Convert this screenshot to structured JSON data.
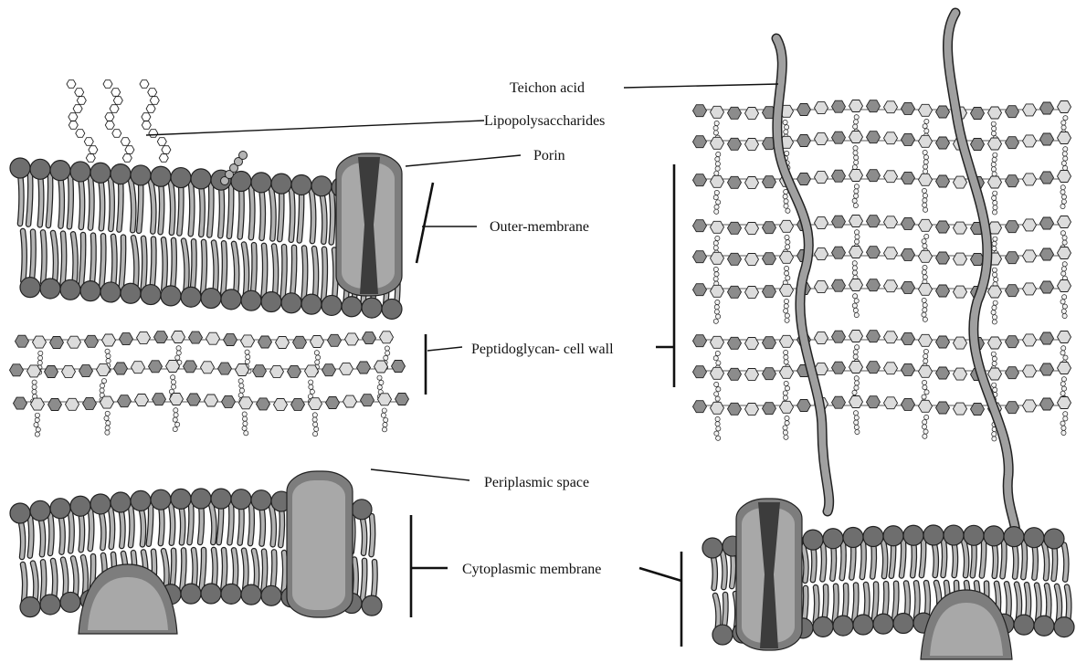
{
  "labels": {
    "teichoic_acid": "Teichon acid",
    "lipopolysaccharides": "Lipopolysaccharides",
    "porin": "Porin",
    "outer_membrane": "Outer-membrane",
    "peptidoglycan": "Peptidoglycan- cell wall",
    "periplasmic_space": "Periplasmic space",
    "cytoplasmic_membrane": "Cytoplasmic membrane"
  },
  "colors": {
    "head_fill": "#6e6e6e",
    "tail_fill": "#b4b4b4",
    "protein_outer": "#7d7d7d",
    "protein_inner": "#a8a8a8",
    "protein_core": "#3c3c3c",
    "sugar_dark": "#8c8c8c",
    "sugar_light": "#dcdcdc",
    "teichoic_fill": "#a0a0a0",
    "outline": "#222222"
  }
}
